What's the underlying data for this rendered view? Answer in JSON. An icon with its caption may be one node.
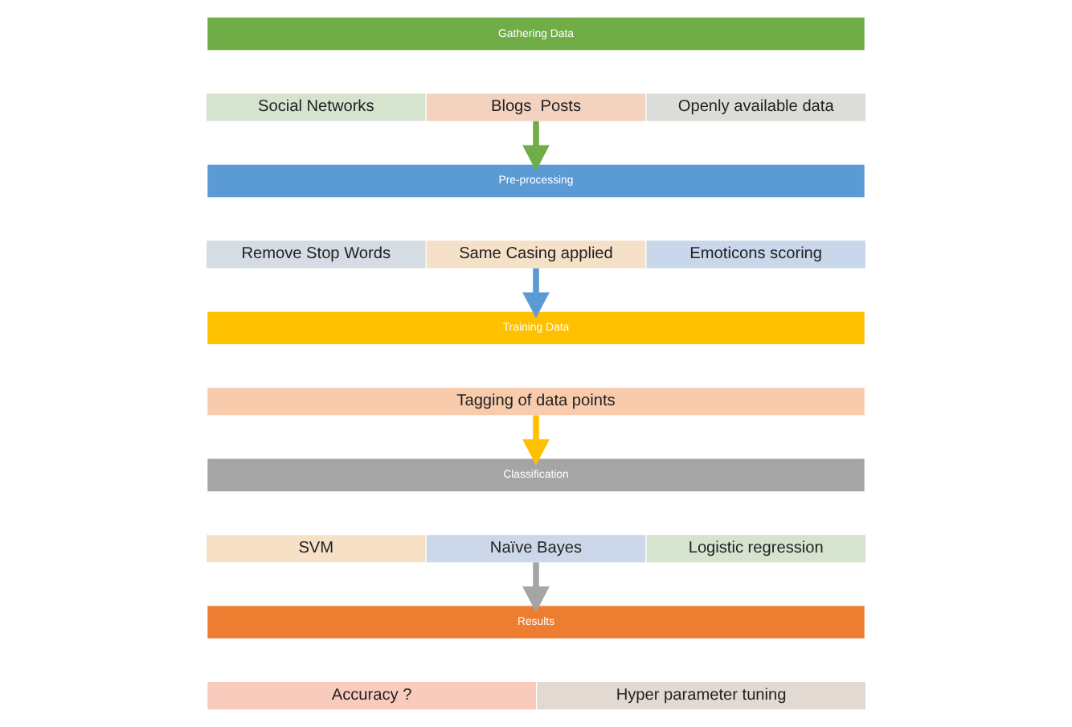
{
  "diagram": {
    "nodes": [
      {
        "text": [
          "Gathering Data"
        ]
      },
      {
        "text": [
          "Social Networks"
        ]
      },
      {
        "text": [
          "Blogs  Posts"
        ]
      },
      {
        "text": [
          "Openly available data"
        ]
      },
      {
        "text": [
          "Pre-processing"
        ]
      },
      {
        "text": [
          "Remove Stop Words"
        ]
      },
      {
        "text": [
          "Same Casing applied"
        ]
      },
      {
        "text": [
          "Emoticons scoring"
        ]
      },
      {
        "text": [
          "Training Data"
        ]
      },
      {
        "text": [
          "Tagging of data points"
        ]
      },
      {
        "text": [
          "Classification"
        ]
      },
      {
        "text": [
          "SVM"
        ]
      },
      {
        "text": [
          "Naïve Bayes"
        ]
      },
      {
        "text": [
          "Logistic regression"
        ]
      },
      {
        "text": [
          "Results"
        ]
      },
      {
        "text": [
          "Accuracy ?"
        ]
      },
      {
        "text": [
          "Hyper parameter tuning"
        ]
      }
    ],
    "edges": [
      {
        "from": 2,
        "to": 4,
        "arrow": "to",
        "color": "#70ad47"
      },
      {
        "from": 6,
        "to": 8,
        "arrow": "to",
        "color": "#5b9bd5"
      },
      {
        "from": 9,
        "to": 10,
        "arrow": "to",
        "color": "#ffc000"
      },
      {
        "from": 12,
        "to": 14,
        "arrow": "to",
        "color": "#a5a5a5"
      }
    ]
  }
}
